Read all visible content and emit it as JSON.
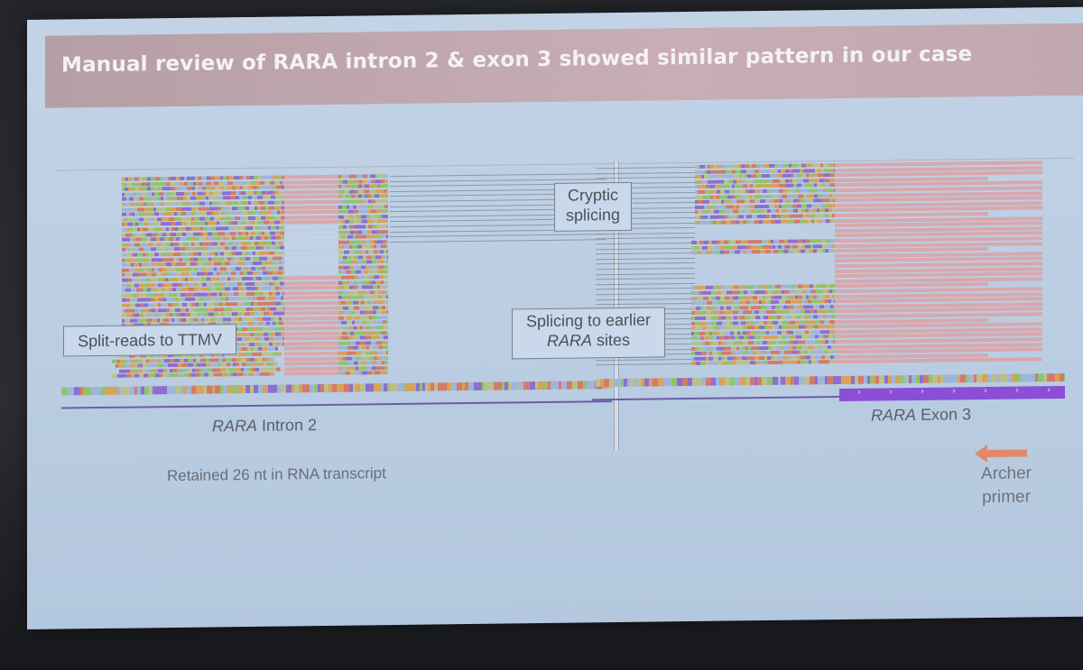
{
  "title": "Manual review of RARA intron 2 & exon 3 showed similar pattern in our case",
  "callouts": {
    "split_reads": "Split-reads to TTMV",
    "cryptic_line1": "Cryptic",
    "cryptic_line2": "splicing",
    "earlier_line1": "Splicing to earlier",
    "earlier_italic": "RARA",
    "earlier_rest": " sites"
  },
  "labels": {
    "intron_italic": "RARA",
    "intron_rest": " Intron 2",
    "exon_italic": "RARA",
    "exon_rest": " Exon 3",
    "retained": "Retained 26 nt in RNA transcript",
    "archer_line1": "Archer",
    "archer_line2": "primer"
  },
  "colors": {
    "read_pink": "#d7a8ae",
    "base_green": "#8fc46e",
    "base_purple": "#8d6fd0",
    "base_red": "#d27b6c",
    "base_orange": "#d8a25a",
    "exon_purple": "#8a4fd6",
    "arrow_orange": "#e2886a"
  }
}
